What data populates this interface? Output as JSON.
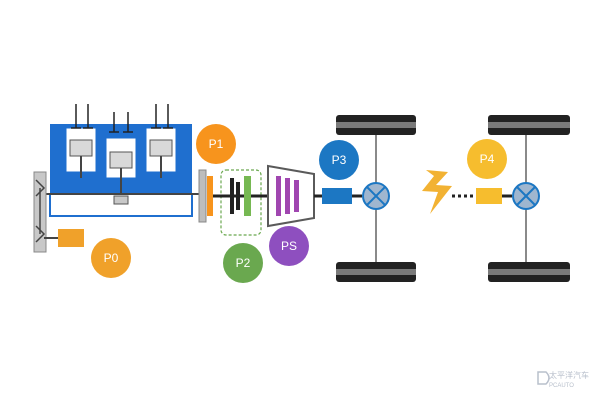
{
  "labels": {
    "p0": "P0",
    "p1": "P1",
    "p2": "P2",
    "ps": "PS",
    "p3": "P3",
    "p4": "P4"
  },
  "watermark": {
    "cn": "太平洋汽车",
    "en": "PCAUTO"
  },
  "colors": {
    "engine_blue": "#1f6fcf",
    "motor_orange": "#f0a12a",
    "p1_orange": "#f7941d",
    "p2_green": "#6aa84f",
    "ps_purple": "#8e4fbf",
    "p3_blue": "#1c77c3",
    "p4_yellow": "#f6bd2e",
    "clutch_green": "#76b852",
    "gear_purple": "#a046b0",
    "lightning": "#f2b233",
    "wheel": "#222222",
    "axle_gray": "#8a8a8a"
  }
}
